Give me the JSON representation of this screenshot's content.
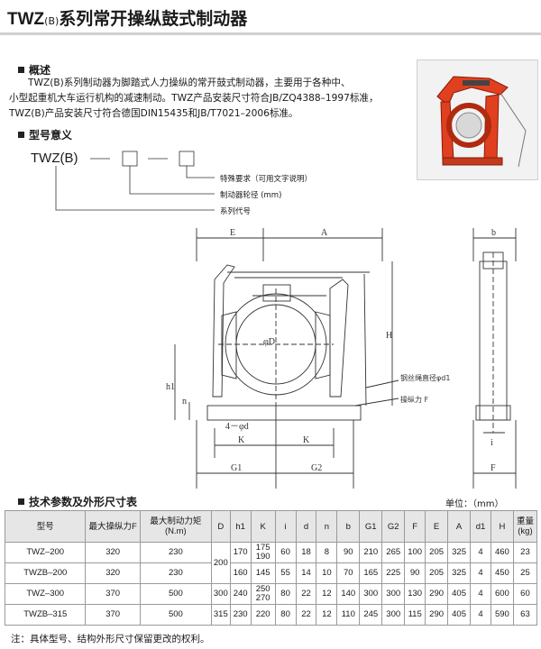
{
  "title": {
    "prefix": "TWZ",
    "paren": "(B)",
    "main": "系列常开操纵鼓式制动器"
  },
  "overview": {
    "heading": "概述",
    "lines": [
      "TWZ(B)系列制动器为脚踏式人力操纵的常开鼓式制动器，主要用于各种中、",
      "小型起重机大车运行机构的减速制动。TWZ产品安装尺寸符合JB/ZQ4388–1997标准，",
      "TWZ(B)产品安装尺寸符合德国DIN15435和JB/T7021–2006标准。"
    ]
  },
  "model_meaning": {
    "heading": "型号意义",
    "code": "TWZ(B)",
    "legend": [
      "特殊要求（可用文字说明）",
      "制动器轮径  (mm)",
      "系列代号"
    ]
  },
  "drawing_labels": {
    "E": "E",
    "A": "A",
    "b": "b",
    "H": "H",
    "phiD": "φD",
    "h1": "h1",
    "n": "n",
    "fourPhiD": "4－φd",
    "K1": "K",
    "K2": "K",
    "G1": "G1",
    "G2": "G2",
    "i": "i",
    "F": "F",
    "wire": "钢丝绳直径φd1",
    "force": "操纵力 F"
  },
  "specs": {
    "heading": "技术参数及外形尺寸表",
    "units": "单位：（mm）",
    "columns": [
      "型号",
      "最大操纵力F",
      "最大制动力矩\n(N.m)",
      "D",
      "h1",
      "K",
      "i",
      "d",
      "n",
      "b",
      "G1",
      "G2",
      "F",
      "E",
      "A",
      "d1",
      "H",
      "重量\n(kg)"
    ],
    "rows": [
      {
        "model": "TWZ–200",
        "force": "320",
        "torque": "230",
        "D": "200",
        "h1": "170",
        "K": "175\n190",
        "i": "60",
        "d": "18",
        "n": "8",
        "b": "90",
        "G1": "210",
        "G2": "265",
        "F": "100",
        "E": "205",
        "A": "325",
        "d1": "4",
        "H": "460",
        "weight": "23"
      },
      {
        "model": "TWZB–200",
        "force": "320",
        "torque": "230",
        "D": "",
        "h1": "160",
        "K": "145",
        "i": "55",
        "d": "14",
        "n": "10",
        "b": "70",
        "G1": "165",
        "G2": "225",
        "F": "90",
        "E": "205",
        "A": "325",
        "d1": "4",
        "H": "450",
        "weight": "25"
      },
      {
        "model": "TWZ–300",
        "force": "370",
        "torque": "500",
        "D": "300",
        "h1": "240",
        "K": "250\n270",
        "i": "80",
        "d": "22",
        "n": "12",
        "b": "140",
        "G1": "300",
        "G2": "300",
        "F": "130",
        "E": "290",
        "A": "405",
        "d1": "4",
        "H": "600",
        "weight": "60"
      },
      {
        "model": "TWZB–315",
        "force": "370",
        "torque": "500",
        "D": "315",
        "h1": "230",
        "K": "220",
        "i": "80",
        "d": "22",
        "n": "12",
        "b": "110",
        "G1": "245",
        "G2": "300",
        "F": "115",
        "E": "290",
        "A": "405",
        "d1": "4",
        "H": "590",
        "weight": "63"
      }
    ],
    "note": "注：具体型号、结构外形尺寸保留更改的权利。"
  },
  "colors": {
    "photo_body": "#e04020",
    "line": "#333333",
    "header_bg": "#e6e6e6"
  }
}
